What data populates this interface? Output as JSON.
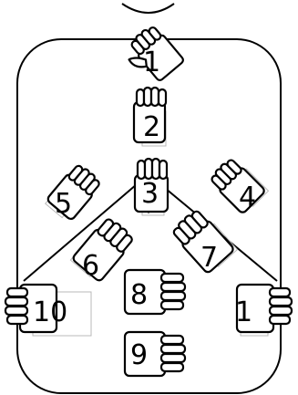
{
  "diagram": {
    "hand_labels": {
      "top": "1",
      "center_top": "2",
      "center_middle": "3",
      "upper_right": "4",
      "upper_left": "5",
      "mid_left": "6",
      "mid_right": "7",
      "center_lower": "8",
      "center_bottom": "9",
      "left_edge": "10",
      "right_edge": "1"
    }
  }
}
